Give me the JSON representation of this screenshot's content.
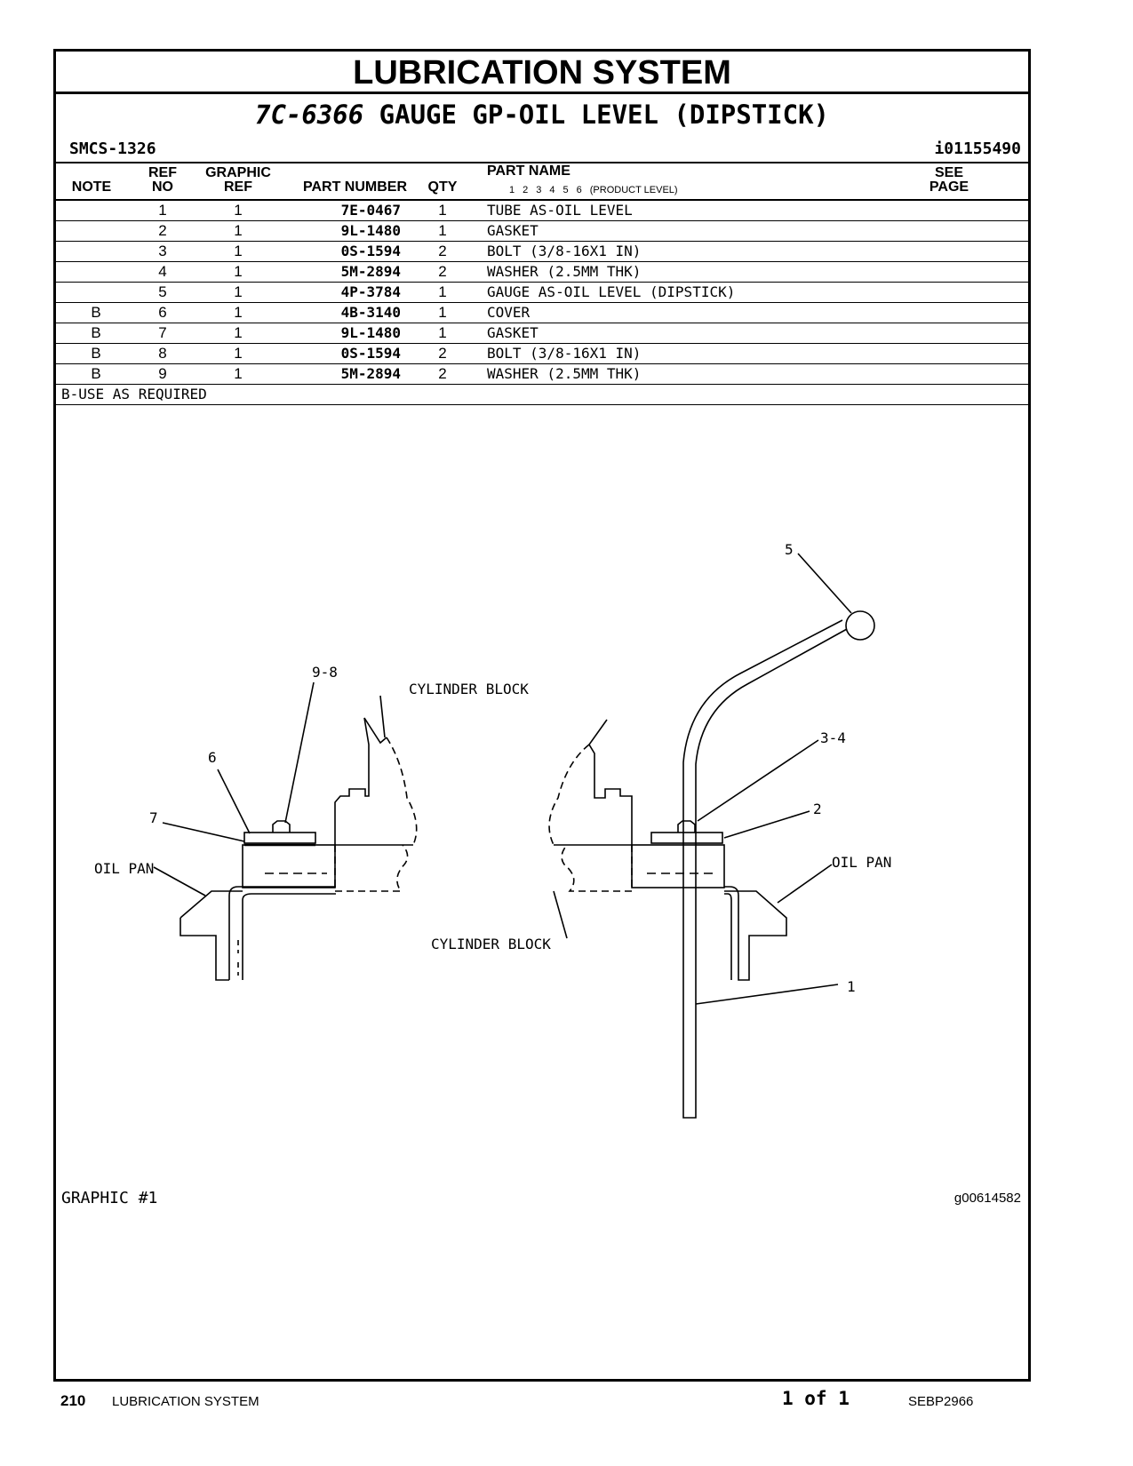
{
  "header": {
    "section_title": "LUBRICATION SYSTEM",
    "part_number": "7C-6366",
    "part_title": "GAUGE GP-OIL LEVEL (DIPSTICK)",
    "smcs": "SMCS-1326",
    "info_id": "i01155490"
  },
  "columns": {
    "note": "NOTE",
    "ref_no_1": "REF",
    "ref_no_2": "NO",
    "graphic_ref_1": "GRAPHIC",
    "graphic_ref_2": "REF",
    "part_number": "PART NUMBER",
    "qty": "QTY",
    "part_name": "PART NAME",
    "levels": [
      "1",
      "2",
      "3",
      "4",
      "5",
      "6"
    ],
    "product_level": "(PRODUCT LEVEL)",
    "see_page_1": "SEE",
    "see_page_2": "PAGE"
  },
  "rows": [
    {
      "note": "",
      "ref": "1",
      "gref": "1",
      "pn": "7E-0467",
      "qty": "1",
      "name": "TUBE AS-OIL LEVEL"
    },
    {
      "note": "",
      "ref": "2",
      "gref": "1",
      "pn": "9L-1480",
      "qty": "1",
      "name": "GASKET"
    },
    {
      "note": "",
      "ref": "3",
      "gref": "1",
      "pn": "0S-1594",
      "qty": "2",
      "name": "BOLT (3/8-16X1 IN)"
    },
    {
      "note": "",
      "ref": "4",
      "gref": "1",
      "pn": "5M-2894",
      "qty": "2",
      "name": "WASHER (2.5MM THK)"
    },
    {
      "note": "",
      "ref": "5",
      "gref": "1",
      "pn": "4P-3784",
      "qty": "1",
      "name": "GAUGE AS-OIL LEVEL (DIPSTICK)"
    },
    {
      "note": "B",
      "ref": "6",
      "gref": "1",
      "pn": "4B-3140",
      "qty": "1",
      "name": "COVER"
    },
    {
      "note": "B",
      "ref": "7",
      "gref": "1",
      "pn": "9L-1480",
      "qty": "1",
      "name": "GASKET"
    },
    {
      "note": "B",
      "ref": "8",
      "gref": "1",
      "pn": "0S-1594",
      "qty": "2",
      "name": "BOLT (3/8-16X1 IN)"
    },
    {
      "note": "B",
      "ref": "9",
      "gref": "1",
      "pn": "5M-2894",
      "qty": "2",
      "name": "WASHER (2.5MM THK)"
    }
  ],
  "note_text": "B-USE AS REQUIRED",
  "drawing": {
    "callout_5": "5",
    "callout_98": "9-8",
    "callout_6": "6",
    "callout_7": "7",
    "callout_34": "3-4",
    "callout_2": "2",
    "callout_1": "1",
    "label_cyl_block_top": "CYLINDER BLOCK",
    "label_cyl_block_bottom": "CYLINDER BLOCK",
    "label_oil_pan_left": "OIL PAN",
    "label_oil_pan_right": "OIL PAN"
  },
  "graphic_label": "GRAPHIC #1",
  "graphic_id": "g00614582",
  "footer": {
    "page_number": "210",
    "section": "LUBRICATION SYSTEM",
    "page_of": "1 of 1",
    "doc_id": "SEBP2966"
  }
}
